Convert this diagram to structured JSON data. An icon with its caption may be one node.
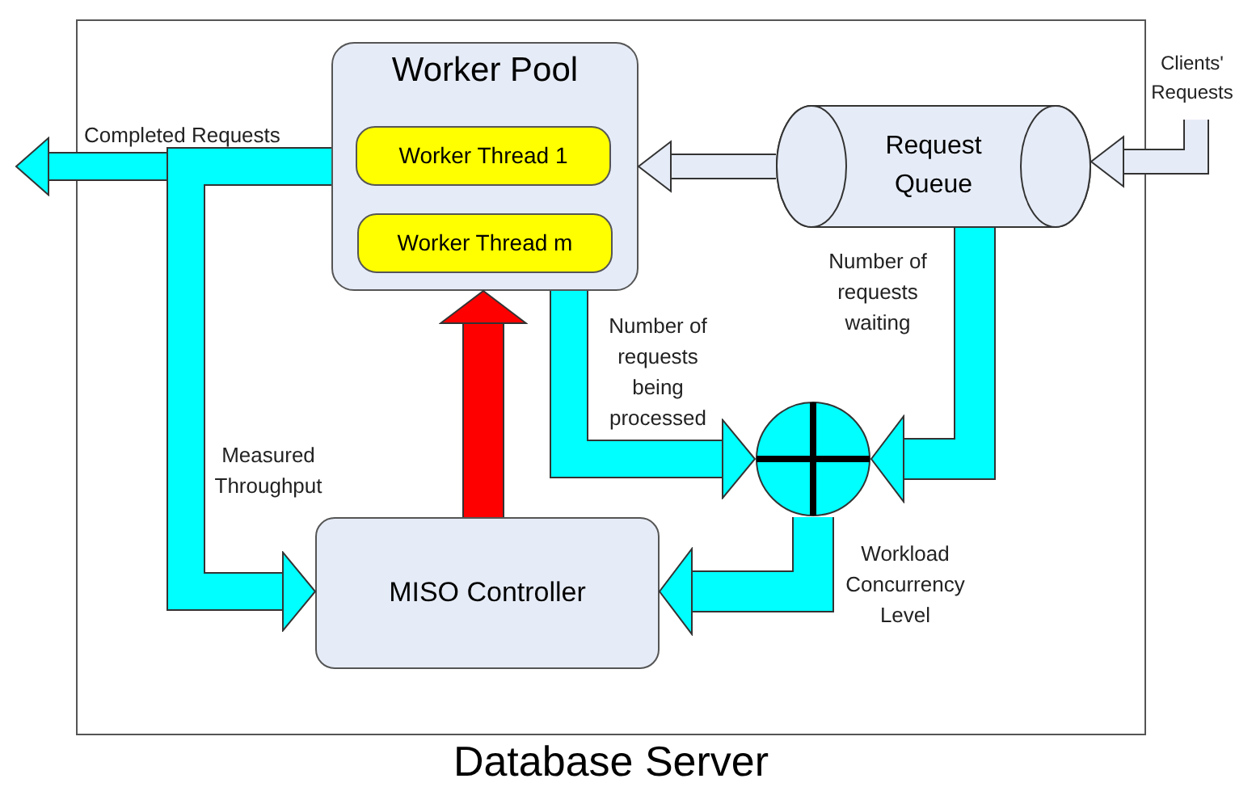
{
  "diagram": {
    "nodes": [
      {
        "text": [
          "Database Server"
        ]
      },
      {
        "text": [
          "Worker Pool"
        ],
        "in": 0
      },
      {
        "text": [
          "Worker Thread 1"
        ],
        "in": 1
      },
      {
        "text": [
          "Worker Thread m"
        ],
        "in": 1
      },
      {
        "text": [
          "Request Queue"
        ],
        "in": 0
      },
      {
        "text": [
          "MISO Controller"
        ],
        "in": 0
      },
      {
        "text": [],
        "shape": "circle",
        "in": 0
      },
      {
        "text": [
          "Clients' Requests"
        ]
      }
    ],
    "edges": [
      {
        "from": 1,
        "to": null,
        "arrow": "to",
        "label": "Completed Requests"
      },
      {
        "from": 1,
        "to": 5,
        "arrow": "to",
        "label": "Measured Throughput"
      },
      {
        "from": 4,
        "to": 1,
        "arrow": "to",
        "color": "#e6ecf7"
      },
      {
        "from": 7,
        "to": 4,
        "arrow": "to",
        "color": "#e6ecf7"
      },
      {
        "from": 1,
        "to": 6,
        "arrow": "to",
        "label": "Number of requests being processed"
      },
      {
        "from": 4,
        "to": 6,
        "arrow": "to",
        "label": "Number of requests waiting"
      },
      {
        "from": 6,
        "to": 5,
        "arrow": "to",
        "label": "Workload Concurrency Level"
      },
      {
        "from": 5,
        "to": 1,
        "arrow": "to",
        "color": "#ff0000"
      }
    ]
  }
}
